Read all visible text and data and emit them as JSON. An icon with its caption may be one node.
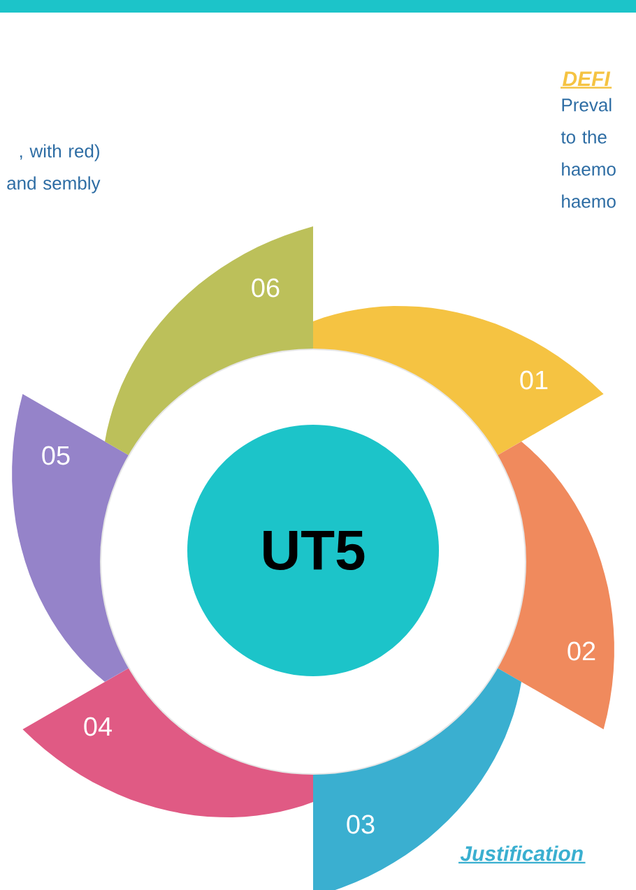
{
  "diagram": {
    "nodes": [
      {
        "text": [
          "UT5"
        ]
      },
      {
        "text": [
          "01"
        ]
      },
      {
        "text": [
          "02"
        ]
      },
      {
        "text": [
          "03"
        ]
      },
      {
        "text": [
          "04"
        ]
      },
      {
        "text": [
          "05"
        ]
      },
      {
        "text": [
          "06"
        ]
      }
    ],
    "labels": [
      ", with red) and sembly",
      "DEFI",
      "Preval to the haemo haemo",
      "Justification"
    ]
  }
}
